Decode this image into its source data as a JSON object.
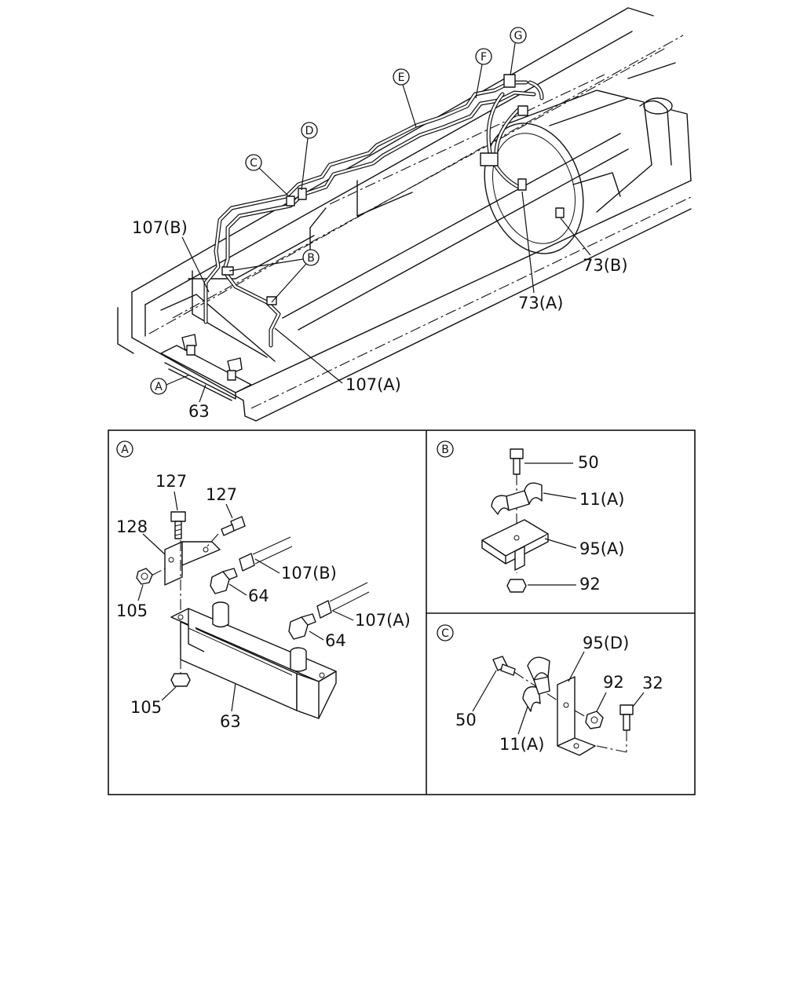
{
  "callouts": {
    "A": "A",
    "B": "B",
    "C": "C",
    "D": "D",
    "E": "E",
    "F": "F",
    "G": "G"
  },
  "main_view": {
    "labels": {
      "p107b": "107(B)",
      "p107a": "107(A)",
      "p73a": "73(A)",
      "p73b": "73(B)",
      "p63": "63"
    }
  },
  "detail_a": {
    "p127_left": "127",
    "p127_right": "127",
    "p128": "128",
    "p105_top": "105",
    "p105_bottom": "105",
    "p107b": "107(B)",
    "p107a": "107(A)",
    "p64_top": "64",
    "p64_bottom": "64",
    "p63": "63"
  },
  "detail_b": {
    "p50": "50",
    "p11a": "11(A)",
    "p95a": "95(A)",
    "p92": "92"
  },
  "detail_c": {
    "p95d": "95(D)",
    "p92": "92",
    "p32": "32",
    "p50": "50",
    "p11a": "11(A)"
  }
}
